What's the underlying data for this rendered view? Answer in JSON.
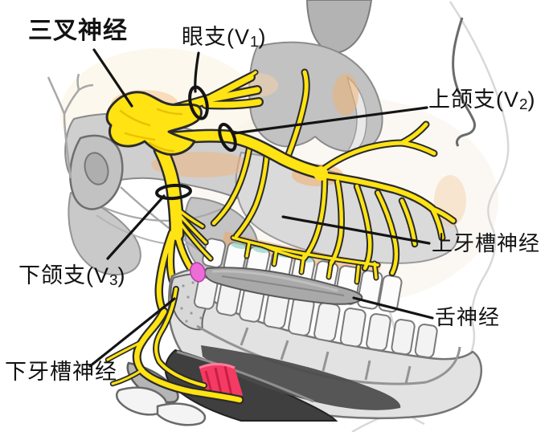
{
  "labels": {
    "trigeminal": {
      "text": "三叉神经"
    },
    "ophthalmic": {
      "pre": "眼支(V",
      "sub": "1",
      "post": ")"
    },
    "maxillary": {
      "pre": "上颌支(V",
      "sub": "2",
      "post": ")"
    },
    "superior_alveolar": {
      "text": "上牙槽神经"
    },
    "mandibular": {
      "pre": "下颌支(V",
      "sub": "3",
      "post": ")"
    },
    "lingual": {
      "text": "舌神经"
    },
    "inferior_alveolar": {
      "text": "下牙槽神经"
    }
  },
  "colors": {
    "nerve_yellow": "#FFE312",
    "nerve_shade": "#E5BD00",
    "outline_black": "#2B2B2B",
    "leader_black": "#141414",
    "bone_light": "#E2E2E2",
    "bone_mid": "#C6C6C6",
    "muscle_dark": "#3F3F3F",
    "muscle_red": "#F43B63",
    "highlight_pink": "#EC6CD8",
    "tint_orange": "#F0A45C"
  }
}
